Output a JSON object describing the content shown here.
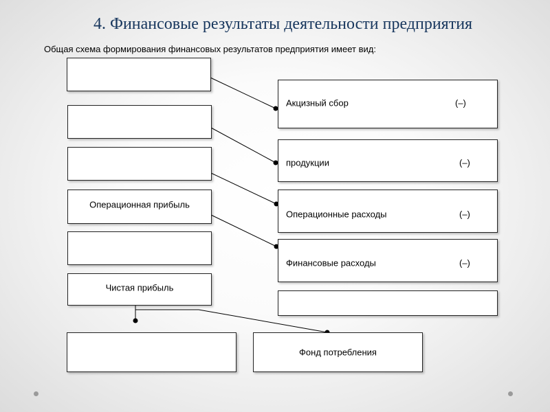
{
  "slide": {
    "title": "4. Финансовые результаты деятельности предприятия",
    "subtitle": "Общая схема формирования финансовых результатов предприятия имеет вид:"
  },
  "left_boxes": [
    {
      "label": ""
    },
    {
      "label": ""
    },
    {
      "label": ""
    },
    {
      "label": "Операционная прибыль"
    },
    {
      "label": ""
    },
    {
      "label": "Чистая прибыль"
    }
  ],
  "right_boxes": [
    {
      "label": "Акцизный сбор",
      "sign": "(–)"
    },
    {
      "label": "продукции",
      "sign": "(–)"
    },
    {
      "label": "Операционные расходы",
      "sign": "(–)"
    },
    {
      "label": "Финансовые расходы",
      "sign": "(–)"
    },
    {
      "label": "",
      "sign": ""
    }
  ],
  "bottom_boxes": [
    {
      "label": ""
    },
    {
      "label": "Фонд потребления"
    }
  ]
}
